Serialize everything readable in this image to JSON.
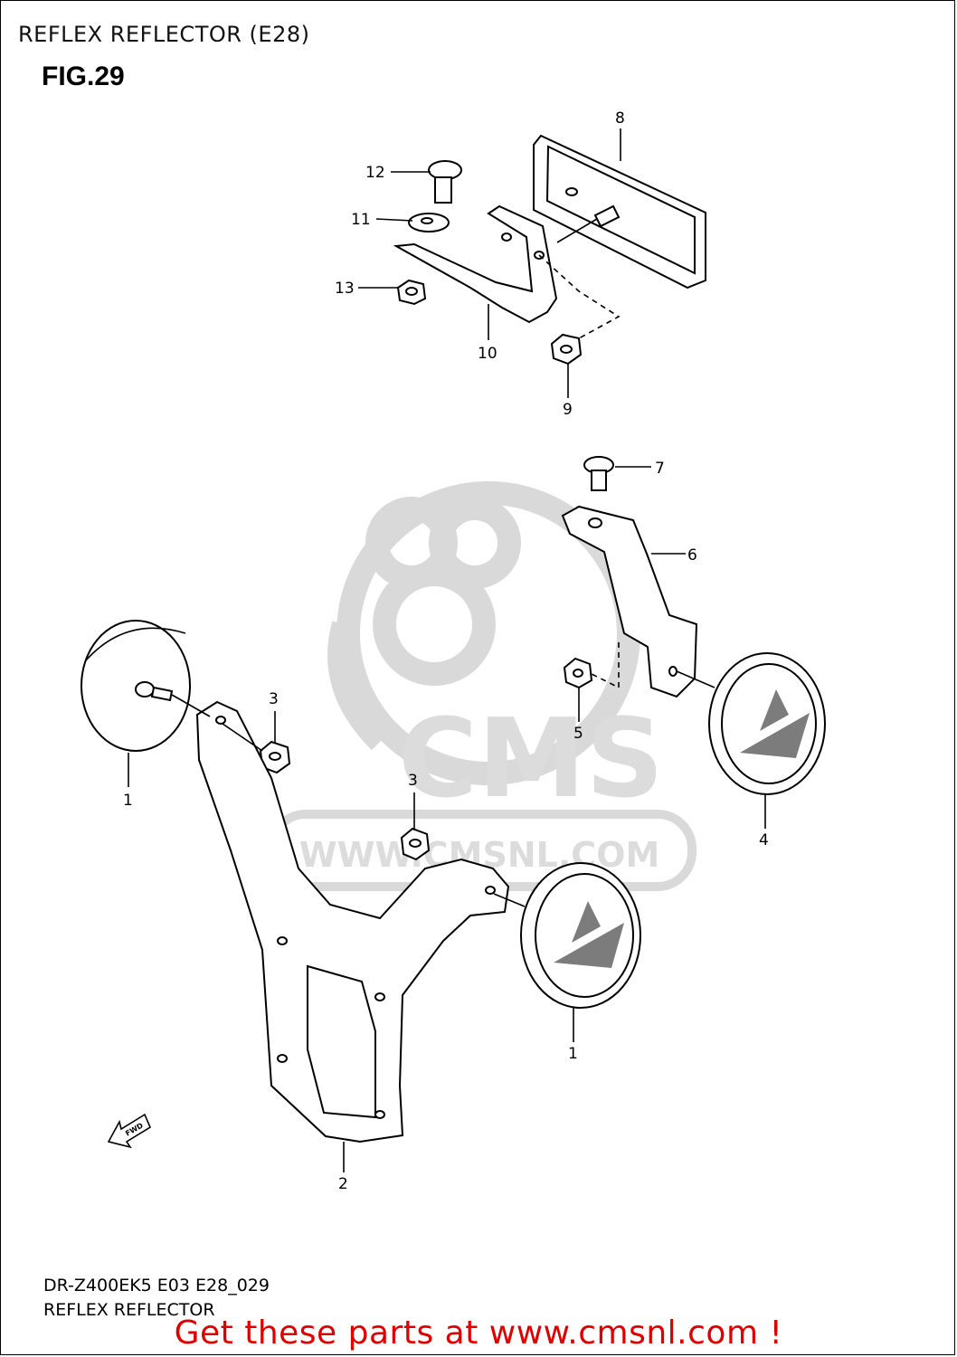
{
  "header": {
    "title": "REFLEX REFLECTOR (E28)",
    "figure": "FIG.29"
  },
  "watermark": {
    "logo": "CMS",
    "url": "WWW.CMSNL.COM"
  },
  "callouts": [
    {
      "id": "8",
      "label": "8"
    },
    {
      "id": "12",
      "label": "12"
    },
    {
      "id": "11",
      "label": "11"
    },
    {
      "id": "13",
      "label": "13"
    },
    {
      "id": "10",
      "label": "10"
    },
    {
      "id": "9",
      "label": "9"
    },
    {
      "id": "7",
      "label": "7"
    },
    {
      "id": "6",
      "label": "6"
    },
    {
      "id": "3a",
      "label": "3"
    },
    {
      "id": "5",
      "label": "5"
    },
    {
      "id": "3b",
      "label": "3"
    },
    {
      "id": "1a",
      "label": "1"
    },
    {
      "id": "4",
      "label": "4"
    },
    {
      "id": "1b",
      "label": "1"
    },
    {
      "id": "2",
      "label": "2"
    }
  ],
  "fwd_arrow": "FWD",
  "footer": {
    "model_code": "DR-Z400EK5 E03 E28_029",
    "section_name": "REFLEX REFLECTOR"
  },
  "promo": "Get these parts at www.cmsnl.com !",
  "colors": {
    "promo": "#e00000",
    "watermark": "#d3d3d3",
    "lines": "#000000"
  }
}
